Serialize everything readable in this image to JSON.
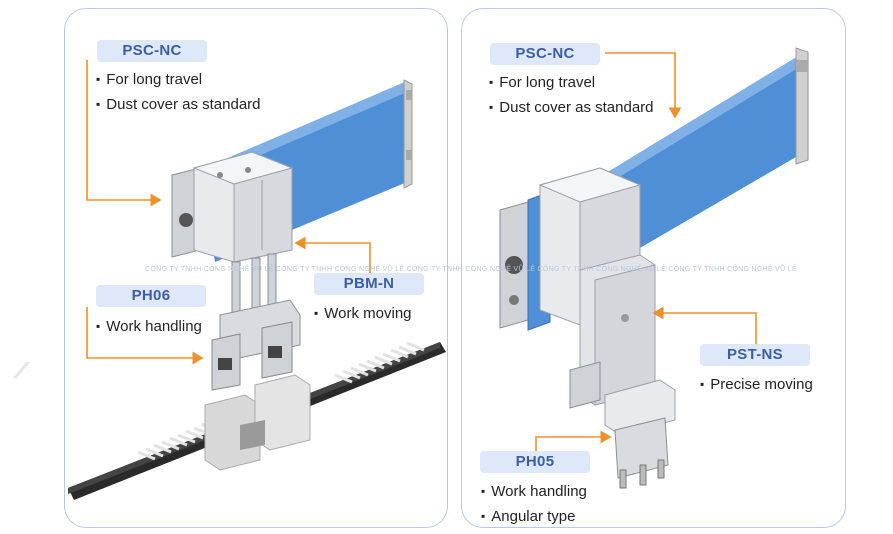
{
  "left": {
    "module_main": {
      "label": "PSC-NC",
      "features": [
        "For long travel",
        "Dust cover as standard"
      ]
    },
    "module_pbm": {
      "label": "PBM-N",
      "features": [
        "Work moving"
      ]
    },
    "module_ph06": {
      "label": "PH06",
      "features": [
        "Work handling"
      ]
    }
  },
  "right": {
    "module_main": {
      "label": "PSC-NC",
      "features": [
        "For long travel",
        "Dust cover as standard"
      ]
    },
    "module_pst": {
      "label": "PST-NS",
      "features": [
        "Precise moving"
      ]
    },
    "module_ph05": {
      "label": "PH05",
      "features": [
        "Work handling",
        "Angular type"
      ]
    }
  },
  "watermark": "CÔNG TY TNHH CÔNG NGHỆ VŨ LÊ CÔNG TY TNHH CÔNG NGHỆ VŨ LÊ CÔNG TY TNHH CÔNG NGHỆ VŨ LÊ CÔNG TY TNHH CÔNG NGHỆ VŨ LÊ CÔNG TY TNHH CÔNG NGHỆ VŨ LÊ",
  "colors": {
    "arrow": "#f0902a",
    "badge_bg": "#dfe8f8",
    "badge_text": "#3a5fa8",
    "rail": "#4f8fd6",
    "panel_border": "#b9c8e6"
  }
}
